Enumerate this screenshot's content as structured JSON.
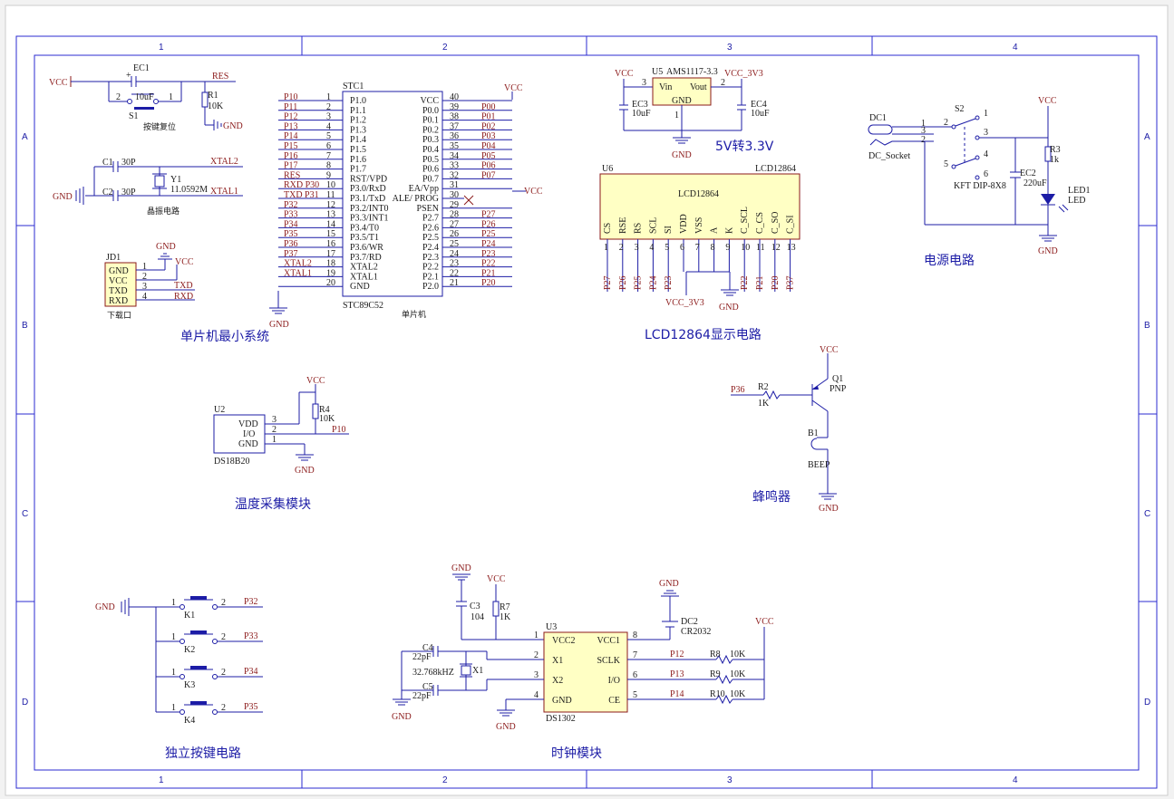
{
  "grid": {
    "cols": [
      "1",
      "2",
      "3",
      "4"
    ],
    "rows": [
      "A",
      "B",
      "C",
      "D"
    ]
  },
  "titles": {
    "mcu": "单片机最小系统",
    "lcd": "LCD12864显示电路",
    "power": "电源电路",
    "reg": "5V转3.3V",
    "temp": "温度采集模块",
    "buzzer": "蜂鸣器",
    "keys": "独立按键电路",
    "clock": "时钟模块",
    "reset": "按键复位",
    "crystal": "晶振电路",
    "mcu_small": "单片机"
  },
  "net": {
    "vcc": "VCC",
    "gnd": "GND",
    "res": "RES",
    "xtal1": "XTAL1",
    "xtal2": "XTAL2",
    "txd": "TXD",
    "rxd": "RXD",
    "vcc33": "VCC_3V3",
    "p10": "P10",
    "p36": "P36"
  },
  "reset": {
    "ec1": "EC1",
    "ec1v": "10uF",
    "r1": "R1",
    "r1v": "10K",
    "s1": "S1",
    "pin1": "1",
    "pin2": "2"
  },
  "crystal": {
    "c1": "C1",
    "c2": "C2",
    "cv": "30P",
    "y1": "Y1",
    "y1v": "11.0592M"
  },
  "jd1": {
    "ref": "JD1",
    "name": "下载口",
    "pins": [
      "GND",
      "VCC",
      "TXD",
      "RXD"
    ],
    "nums": [
      "1",
      "2",
      "3",
      "4"
    ]
  },
  "stc": {
    "ref": "STC1",
    "name": "STC89C52",
    "left": [
      {
        "net": "P10",
        "pin": "P1.0",
        "n": "1"
      },
      {
        "net": "P11",
        "pin": "P1.1",
        "n": "2"
      },
      {
        "net": "P12",
        "pin": "P1.2",
        "n": "3"
      },
      {
        "net": "P13",
        "pin": "P1.3",
        "n": "4"
      },
      {
        "net": "P14",
        "pin": "P1.4",
        "n": "5"
      },
      {
        "net": "P15",
        "pin": "P1.5",
        "n": "6"
      },
      {
        "net": "P16",
        "pin": "P1.6",
        "n": "7"
      },
      {
        "net": "P17",
        "pin": "P1.7",
        "n": "8"
      },
      {
        "net": "RES",
        "pin": "RST/VPD",
        "n": "9"
      },
      {
        "net": "RXD P30",
        "pin": "P3.0/RxD",
        "n": "10"
      },
      {
        "net": "TXD P31",
        "pin": "P3.1/TxD",
        "n": "11"
      },
      {
        "net": "P32",
        "pin": "P3.2/INT0",
        "n": "12"
      },
      {
        "net": "P33",
        "pin": "P3.3/INT1",
        "n": "13"
      },
      {
        "net": "P34",
        "pin": "P3.4/T0",
        "n": "14"
      },
      {
        "net": "P35",
        "pin": "P3.5/T1",
        "n": "15"
      },
      {
        "net": "P36",
        "pin": "P3.6/WR",
        "n": "16"
      },
      {
        "net": "P37",
        "pin": "P3.7/RD",
        "n": "17"
      },
      {
        "net": "XTAL2",
        "pin": "XTAL2",
        "n": "18"
      },
      {
        "net": "XTAL1",
        "pin": "XTAL1",
        "n": "19"
      },
      {
        "net": "",
        "pin": "GND",
        "n": "20"
      }
    ],
    "right": [
      {
        "net": "",
        "pin": "VCC",
        "n": "40"
      },
      {
        "net": "P00",
        "pin": "P0.0",
        "n": "39"
      },
      {
        "net": "P01",
        "pin": "P0.1",
        "n": "38"
      },
      {
        "net": "P02",
        "pin": "P0.2",
        "n": "37"
      },
      {
        "net": "P03",
        "pin": "P0.3",
        "n": "36"
      },
      {
        "net": "P04",
        "pin": "P0.4",
        "n": "35"
      },
      {
        "net": "P05",
        "pin": "P0.5",
        "n": "34"
      },
      {
        "net": "P06",
        "pin": "P0.6",
        "n": "33"
      },
      {
        "net": "P07",
        "pin": "P0.7",
        "n": "32"
      },
      {
        "net": "",
        "pin": "EA/Vpp",
        "n": "31"
      },
      {
        "net": "",
        "pin": "ALE/ PROG",
        "n": "30"
      },
      {
        "net": "",
        "pin": "PSEN",
        "n": "29"
      },
      {
        "net": "P27",
        "pin": "P2.7",
        "n": "28"
      },
      {
        "net": "P26",
        "pin": "P2.6",
        "n": "27"
      },
      {
        "net": "P25",
        "pin": "P2.5",
        "n": "26"
      },
      {
        "net": "P24",
        "pin": "P2.4",
        "n": "25"
      },
      {
        "net": "P23",
        "pin": "P2.3",
        "n": "24"
      },
      {
        "net": "P22",
        "pin": "P2.2",
        "n": "23"
      },
      {
        "net": "P21",
        "pin": "P2.1",
        "n": "22"
      },
      {
        "net": "P20",
        "pin": "P2.0",
        "n": "21"
      }
    ]
  },
  "reg": {
    "u5": "U5",
    "name": "AMS1117-3.3",
    "vin": "Vin",
    "vout": "Vout",
    "gnd": "GND",
    "p3": "3",
    "p2": "2",
    "p1": "1",
    "ec3": "EC3",
    "ec3v": "10uF",
    "ec4": "EC4",
    "ec4v": "10uF"
  },
  "lcd": {
    "u6": "U6",
    "ref": "LCD12864",
    "inner": "LCD12864",
    "pins": [
      "CS",
      "RSE",
      "RS",
      "SCL",
      "SI",
      "VDD",
      "VSS",
      "A",
      "K",
      "C_SCL",
      "C_CS",
      "C_SO",
      "C_SI"
    ],
    "nums": [
      "1",
      "2",
      "3",
      "4",
      "5",
      "6",
      "7",
      "8",
      "9",
      "10",
      "11",
      "12",
      "13"
    ],
    "nets": [
      "P27",
      "P26",
      "P25",
      "P24",
      "P23",
      "",
      "",
      "",
      "",
      "P22",
      "P21",
      "P20",
      "P37"
    ]
  },
  "power": {
    "dc1": "DC1",
    "dcname": "DC_Socket",
    "s2": "S2",
    "s2name": "KFT DIP-8X8",
    "r3": "R3",
    "r3v": "1k",
    "ec2": "EC2",
    "ec2v": "220uF",
    "led": "LED1",
    "ledname": "LED",
    "nums": [
      "1",
      "3",
      "2",
      "2",
      "1",
      "3",
      "5",
      "4",
      "6"
    ]
  },
  "temp": {
    "u2": "U2",
    "name": "DS18B20",
    "pins": [
      "VDD",
      "I/O",
      "GND"
    ],
    "nums": [
      "3",
      "2",
      "1"
    ],
    "r4": "R4",
    "r4v": "10K"
  },
  "buzzer": {
    "r2": "R2",
    "r2v": "1K",
    "q1": "Q1",
    "q1v": "PNP",
    "b1": "B1",
    "b1v": "BEEP"
  },
  "keys": {
    "items": [
      {
        "ref": "K1",
        "net": "P32"
      },
      {
        "ref": "K2",
        "net": "P33"
      },
      {
        "ref": "K3",
        "net": "P34"
      },
      {
        "ref": "K4",
        "net": "P35"
      }
    ],
    "p1": "1",
    "p2": "2"
  },
  "clock": {
    "u3": "U3",
    "name": "DS1302",
    "c3": "C3",
    "c3v": "104",
    "r7": "R7",
    "r7v": "1K",
    "c4": "C4",
    "c5": "C5",
    "cv": "22pF",
    "x1": "X1",
    "x1v": "32.768kHZ",
    "dc2": "DC2",
    "dc2v": "CR2032",
    "left": [
      {
        "pin": "VCC2",
        "n": "1"
      },
      {
        "pin": "X1",
        "n": "2"
      },
      {
        "pin": "X2",
        "n": "3"
      },
      {
        "pin": "GND",
        "n": "4"
      }
    ],
    "right": [
      {
        "pin": "VCC1",
        "n": "8"
      },
      {
        "pin": "SCLK",
        "n": "7",
        "net": "P12",
        "r": "R8",
        "rv": "10K"
      },
      {
        "pin": "I/O",
        "n": "6",
        "net": "P13",
        "r": "R9",
        "rv": "10K"
      },
      {
        "pin": "CE",
        "n": "5",
        "net": "P14",
        "r": "R10",
        "rv": "10K"
      }
    ]
  }
}
